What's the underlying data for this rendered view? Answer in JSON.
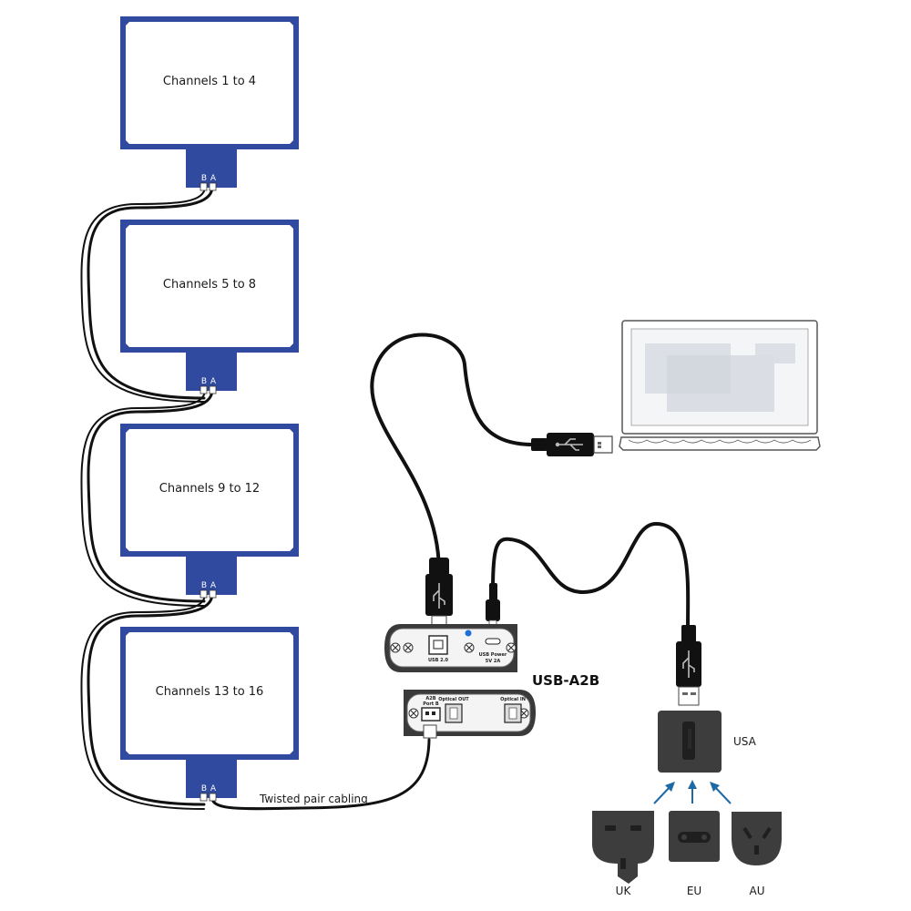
{
  "colors": {
    "board": "#2f4a9e",
    "board_edge": "#23397f",
    "cable": "#111111",
    "device": "#f2f2f2",
    "plug": "#3b3b3b",
    "arrow": "#1f6aa5",
    "led": "#1e6fd9"
  },
  "boards": [
    {
      "label": "Channels 1 to 4",
      "pin_b": "B",
      "pin_a": "A"
    },
    {
      "label": "Channels 5 to 8",
      "pin_b": "B",
      "pin_a": "A"
    },
    {
      "label": "Channels 9 to 12",
      "pin_b": "B",
      "pin_a": "A"
    },
    {
      "label": "Channels 13 to 16",
      "pin_b": "B",
      "pin_a": "A"
    }
  ],
  "cabling_label": "Twisted pair cabling",
  "device": {
    "name": "USB-A2B",
    "usb_port_label": "USB 2.0",
    "power_label_1": "USB Power",
    "power_label_2": "5V 2A",
    "a2b_label_1": "A2B",
    "a2b_label_2": "Port B",
    "optical_out": "Optical OUT",
    "optical_in": "Optical IN"
  },
  "adapters": {
    "main": "USA",
    "options": [
      "UK",
      "EU",
      "AU"
    ]
  }
}
